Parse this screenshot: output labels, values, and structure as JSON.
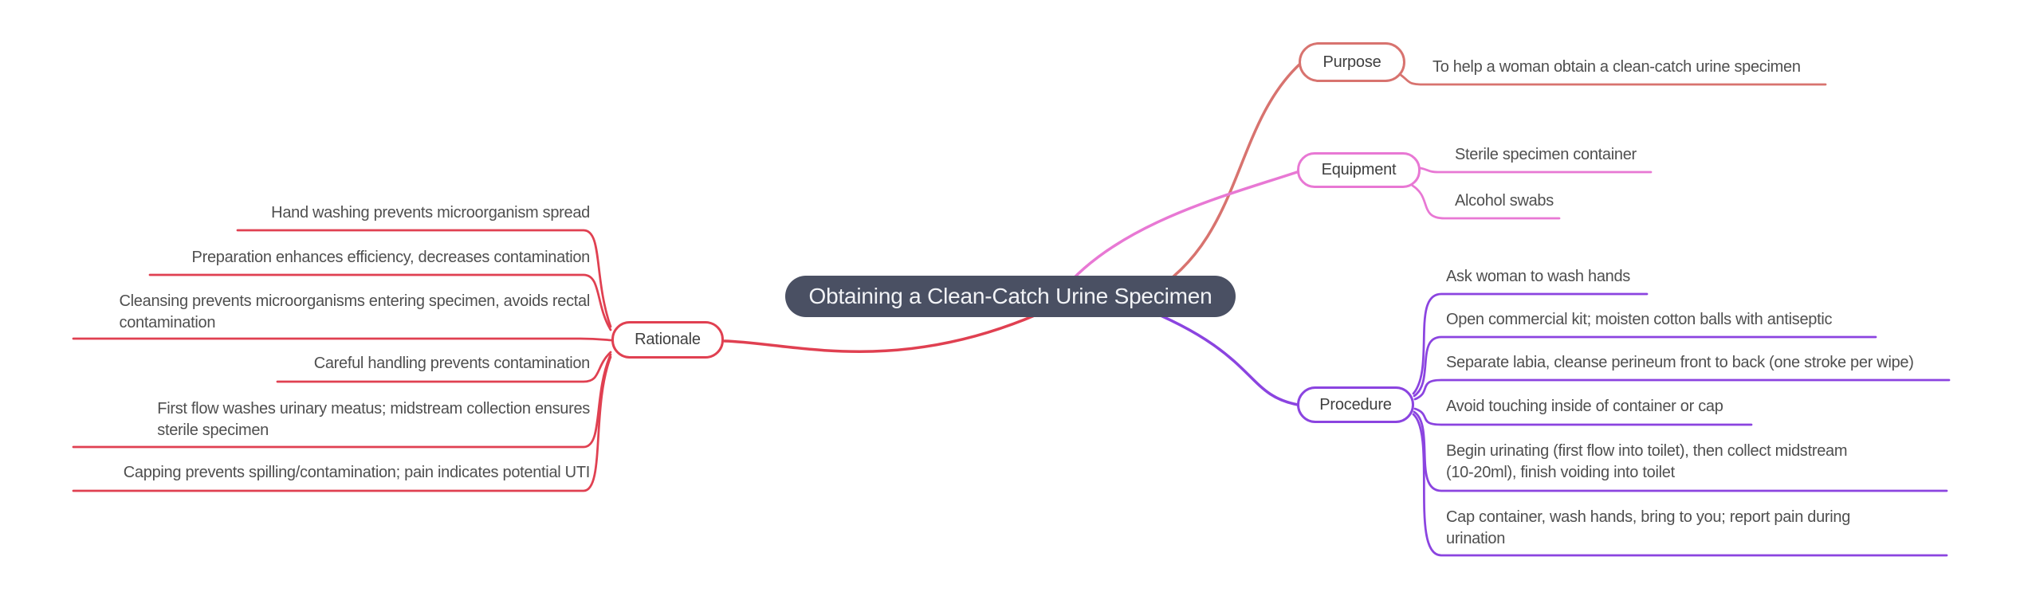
{
  "title": "Obtaining a Clean-Catch Urine Specimen",
  "colors": {
    "center_fill": "#4a5063",
    "center_text": "#f2f3f6",
    "purpose": "#d8736f",
    "equipment": "#e878d4",
    "procedure": "#8b44e0",
    "rationale": "#e04051",
    "leaf_text": "#4f4f4f",
    "node_text": "#3f3f3f",
    "background": "#ffffff"
  },
  "center": {
    "label": "Obtaining a Clean-Catch Urine Specimen"
  },
  "branches": {
    "purpose": {
      "label": "Purpose",
      "leaves": [
        {
          "lines": [
            "To help a woman obtain a clean-catch urine specimen"
          ]
        }
      ]
    },
    "equipment": {
      "label": "Equipment",
      "leaves": [
        {
          "lines": [
            "Sterile specimen container"
          ]
        },
        {
          "lines": [
            "Alcohol swabs"
          ]
        }
      ]
    },
    "procedure": {
      "label": "Procedure",
      "leaves": [
        {
          "lines": [
            "Ask woman to wash hands"
          ]
        },
        {
          "lines": [
            "Open commercial kit; moisten cotton balls with antiseptic"
          ]
        },
        {
          "lines": [
            "Separate labia, cleanse perineum front to back (one stroke per wipe)"
          ]
        },
        {
          "lines": [
            "Avoid touching inside of container or cap"
          ]
        },
        {
          "lines": [
            "Begin urinating (first flow into toilet), then collect midstream",
            "(10-20ml), finish voiding into toilet"
          ]
        },
        {
          "lines": [
            "Cap container, wash hands, bring to you; report pain during",
            "urination"
          ]
        }
      ]
    },
    "rationale": {
      "label": "Rationale",
      "leaves": [
        {
          "lines": [
            "Hand washing prevents microorganism spread"
          ]
        },
        {
          "lines": [
            "Preparation enhances efficiency, decreases contamination"
          ]
        },
        {
          "lines": [
            "Cleansing prevents microorganisms entering specimen, avoids rectal",
            "contamination"
          ]
        },
        {
          "lines": [
            "Careful handling prevents contamination"
          ]
        },
        {
          "lines": [
            "First flow washes urinary meatus; midstream collection ensures",
            "sterile specimen"
          ]
        },
        {
          "lines": [
            "Capping prevents spilling/contamination; pain indicates potential UTI"
          ]
        }
      ]
    }
  }
}
